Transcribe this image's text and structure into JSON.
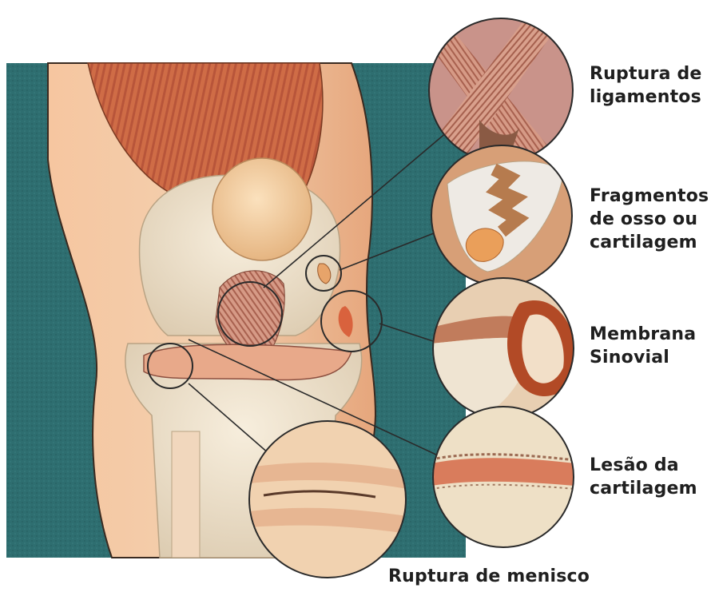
{
  "labels": {
    "ligamentos": {
      "line1": "Ruptura de",
      "line2": "ligamentos"
    },
    "fragmentos": {
      "line1": "Fragmentos",
      "line2": "de osso ou",
      "line3": "cartilagem"
    },
    "membrana": {
      "line1": "Membrana",
      "line2": "Sinovial"
    },
    "cartilagem": {
      "line1": "Lesão da",
      "line2": "cartilagem"
    },
    "menisco": {
      "line1": "Ruptura de menisco"
    }
  },
  "colors": {
    "background": "#2e6e70",
    "skin": "#eab08a",
    "muscle": "#c8623e",
    "bone": "#efe2c8",
    "patella": "#f0c796",
    "leader": "#2a2a2a",
    "label_text": "#1f1f1f"
  }
}
